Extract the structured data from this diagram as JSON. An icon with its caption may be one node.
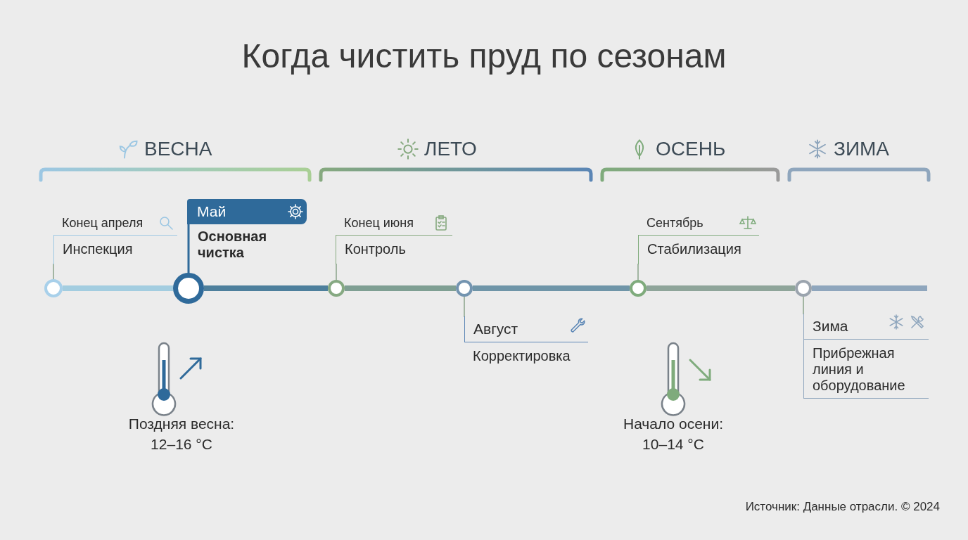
{
  "diagram": {
    "title": "Когда чистить пруд по сезонам",
    "caption": "Источник: Данные отрасли. © 2024",
    "nodes": [
      {
        "text": [
          "Конец апреля",
          "Инспекция"
        ]
      },
      {
        "text": [],
        "shape": "circle"
      },
      {
        "text": [
          "Май",
          "Основная чистка"
        ]
      },
      {
        "text": [],
        "shape": "circle"
      },
      {
        "text": [
          "Конец июня",
          "Контроль"
        ]
      },
      {
        "text": [],
        "shape": "circle"
      },
      {
        "text": [
          "Август",
          "Корректировка"
        ]
      },
      {
        "text": [],
        "shape": "circle"
      },
      {
        "text": [
          "Сентябрь",
          "Стабилизация"
        ]
      },
      {
        "text": [],
        "shape": "circle"
      },
      {
        "text": [
          "Зима",
          "Прибрежная линия и оборудование"
        ]
      },
      {
        "text": [],
        "shape": "circle"
      }
    ],
    "edges": [
      {
        "from": 0,
        "to": 1,
        "arrow": "none"
      },
      {
        "from": 2,
        "to": 3,
        "arrow": "none",
        "color": "#2f6a9a"
      },
      {
        "from": 4,
        "to": 5,
        "arrow": "none"
      },
      {
        "from": 7,
        "to": 6,
        "arrow": "none"
      },
      {
        "from": 8,
        "to": 9,
        "arrow": "none"
      },
      {
        "from": 11,
        "to": 10,
        "arrow": "none"
      },
      {
        "from": 1,
        "to": 3,
        "arrow": "none",
        "style": "thick",
        "color": "#a3cde0"
      },
      {
        "from": 3,
        "to": 5,
        "arrow": "none",
        "style": "thick",
        "color": "#4d7f9c"
      },
      {
        "from": 5,
        "to": 7,
        "arrow": "none",
        "style": "thick",
        "color": "#7f9f93"
      },
      {
        "from": 7,
        "to": 9,
        "arrow": "none",
        "style": "thick",
        "color": "#6f95a8"
      },
      {
        "from": 9,
        "to": 11,
        "arrow": "none",
        "style": "thick",
        "color": "#8fa59a"
      },
      {
        "from": 11,
        "to": null,
        "arrow": "none",
        "style": "thick",
        "color": "#8fa6bd"
      }
    ],
    "labels": [
      "ВЕСНА",
      "ЛЕТО",
      "ОСЕНЬ",
      "ЗИМА",
      "Поздняя весна: 12–16 °C",
      "Начало осени: 10–14 °C"
    ]
  }
}
